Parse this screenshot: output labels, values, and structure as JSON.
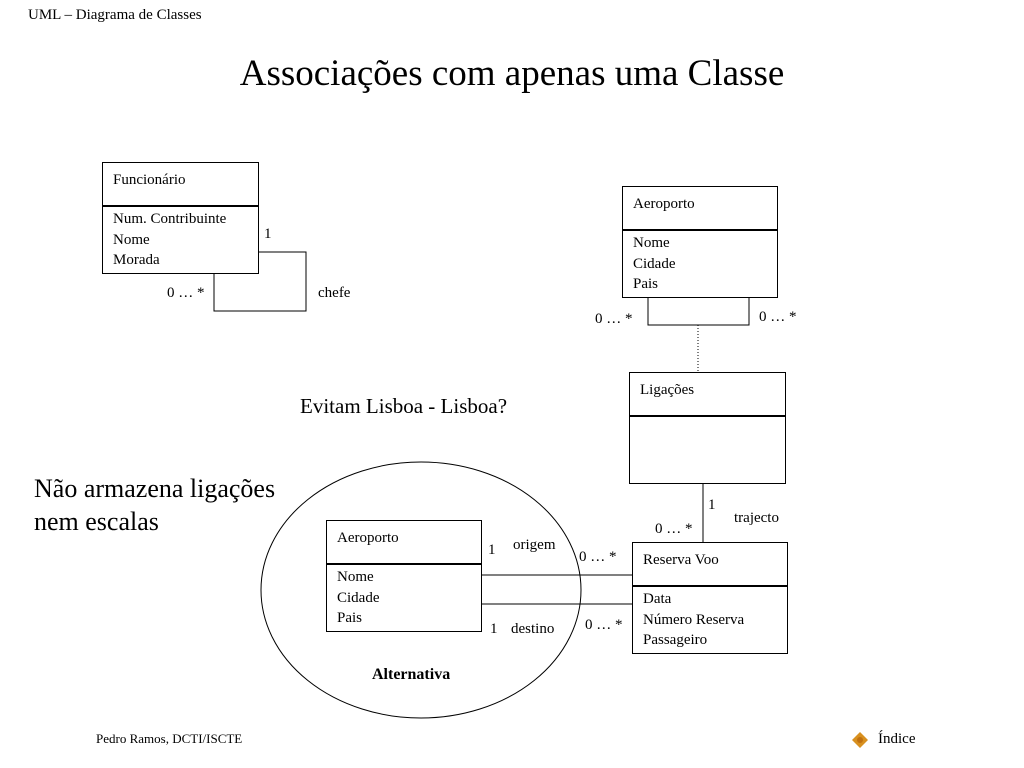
{
  "slide": {
    "header": "UML – Diagrama de Classes",
    "title": "Associações com apenas uma Classe"
  },
  "funcionario": {
    "name": "Funcionário",
    "attrs": [
      "Num. Contribuinte",
      "Nome",
      "Morada"
    ],
    "mult_one": "1",
    "mult_many": "0 … *",
    "role": "chefe"
  },
  "aeroporto_top": {
    "name": "Aeroporto",
    "attrs": [
      "Nome",
      "Cidade",
      "Pais"
    ],
    "mult_left": "0 … *",
    "mult_right": "0 … *"
  },
  "ligacoes": {
    "name": "Ligações",
    "mult_one": "1",
    "role": "trajecto",
    "mult_many": "0 … *"
  },
  "notes": {
    "evitam": "Evitam Lisboa - Lisboa?",
    "nao_armazena_line1": "Não armazena ligações",
    "nao_armazena_line2": "nem escalas",
    "alternativa": "Alternativa"
  },
  "aeroporto_alt": {
    "name": "Aeroporto",
    "attrs": [
      "Nome",
      "Cidade",
      "Pais"
    ],
    "origem_one": "1",
    "origem_role": "origem",
    "origem_many": "0 … *",
    "destino_one": "1",
    "destino_role": "destino",
    "destino_many": "0 … *"
  },
  "reserva_voo": {
    "name": "Reserva Voo",
    "attrs": [
      "Data",
      "Número Reserva",
      "Passageiro"
    ]
  },
  "footer": {
    "author": "Pedro Ramos, DCTI/ISCTE",
    "index_label": "Índice",
    "index_icon": "diamond-bullet-icon",
    "index_icon_color": "#d8901f"
  }
}
